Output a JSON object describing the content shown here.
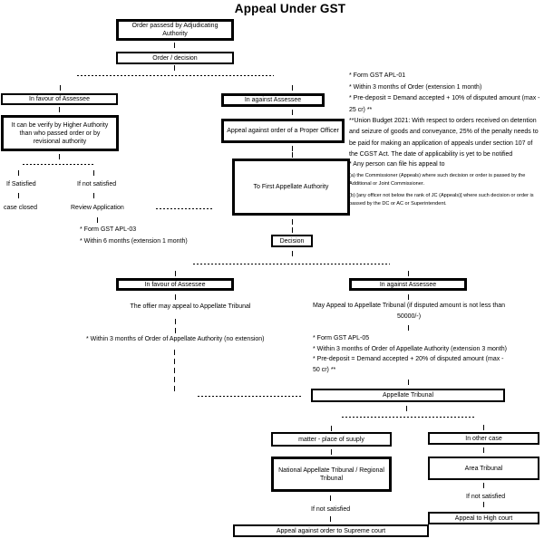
{
  "title": "Appeal Under GST",
  "colors": {
    "ink": "#000000",
    "background": "#ffffff"
  },
  "boxes": {
    "order_passed": "Order passesd by Adjudicating Authority",
    "order_decision": "Order / decision",
    "in_favour_1": "In favour of Assessee",
    "in_against_1": "In against Assessee",
    "verify_higher": "It can be verify by Higher Authority than who passed order or by revisional authority",
    "appeal_proper_officer": "Appeal against order of a Proper Officer",
    "first_appellate": "To First Appellate Authority",
    "decision": "Decision",
    "in_favour_2": "In favour of Assessee",
    "in_against_2": "In against Assessee",
    "appellate_tribunal": "Appellate Tribunal",
    "matter_place": "matter - place of suuply",
    "in_other_case": "In other case",
    "national_tribunal": "National Appellate Tribunal / Regional Tribunal",
    "area_tribunal": "Area Tribunal",
    "appeal_high_court": "Appeal to High court",
    "appeal_supreme": "Appeal against order to Supreme court"
  },
  "labels": {
    "if_satisfied": "If Satisfied",
    "if_not_satisfied": "If not satisfied",
    "case_closed": "case closed",
    "review_application": "Review Application",
    "officer_appeal": "The offier may appeal to Appellate Tribunal",
    "within_3_no_ext": "* Within 3 months of Order of Appellate Authority (no extension)",
    "if_not_satisfied_left": "If not satisfied",
    "if_not_satisfied_right": "If not satisfied"
  },
  "annotations": {
    "apl01": [
      "* Form GST APL-01",
      "* Within 3 months of Order (extension 1 month)",
      "* Pre-deposit = Demand accepted + 10% of disputed amount (max -",
      "25 cr) **"
    ],
    "union_budget": "**Union Budget 2021: With respect to orders received on detention and seizure of goods and conveyance, 25% of the penalty needs to be paid for making an application of appeals under section 107 of the CGST Act. The date of applicability is yet to be notified",
    "any_person": "* Any person can file his appeal to",
    "appeal_a": "(a) the Commissioner (Appeals) where such decision or order is passed by the Additional or Joint Commissioner.",
    "appeal_b": "(b) [any officer not below the rank of JC (Appeals)] where such decision or order is passed by the DC or AC or Superintendent.",
    "apl03": [
      "* Form GST APL-03",
      "* Within 6 months (extension 1 month)"
    ],
    "may_appeal": [
      "May Appeal to Appellate Tribunal (if disputed amount is not less than",
      "50000/-)"
    ],
    "apl05": [
      "* Form GST APL-05",
      "* Within 3 months of Order of Appellate Authority (extension 3 month)",
      "* Pre-deposit = Demand accepted + 20% of disputed amount (max -",
      "50 cr) **"
    ]
  }
}
